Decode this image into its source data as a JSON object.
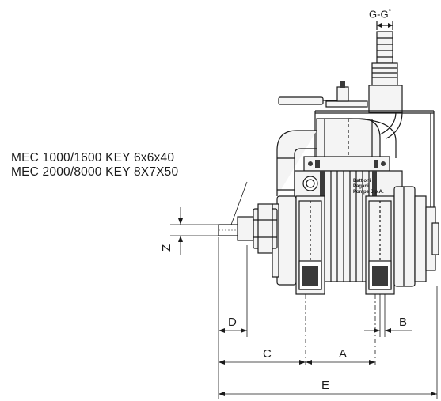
{
  "key_notes": [
    "MEC 1000/1600 KEY 6x6x40",
    "MEC 2000/8000 KEY 8X7X50"
  ],
  "dimensions": {
    "gg": "G-G",
    "gg_marker": "*",
    "z": "Z",
    "d": "D",
    "c": "C",
    "a": "A",
    "b": "B",
    "e": "E"
  },
  "nameplate": [
    "Battioni",
    "Pagani",
    "Pompe S.p.A."
  ],
  "colors": {
    "line": "#1a1a1a",
    "body_fill": "#f4f4f4",
    "shade": "#3a3a3a"
  }
}
